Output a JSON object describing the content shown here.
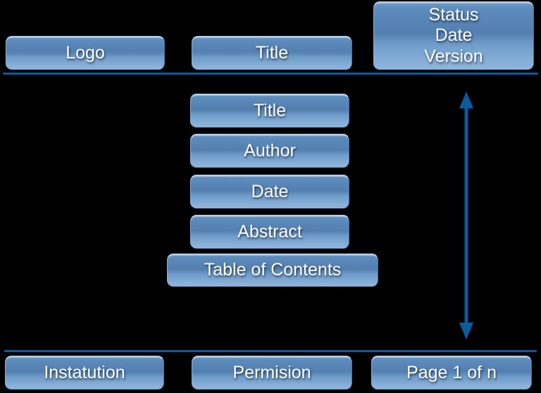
{
  "page": {
    "background_color": "#000000",
    "accent_color": "#0b5ba1",
    "button_color": "#5c8cbd",
    "text_color": "#ffffff"
  },
  "header": {
    "logo_label": "Logo",
    "title_label": "Title",
    "meta_label": "Status\nDate\nVersion",
    "meta_lines": [
      "Status",
      "Date",
      "Version"
    ]
  },
  "body_stack": {
    "items": [
      {
        "label": "Title"
      },
      {
        "label": "Author"
      },
      {
        "label": "Date"
      },
      {
        "label": "Abstract"
      },
      {
        "label": "Table of Contents"
      }
    ]
  },
  "footer": {
    "institution_label": "Instatution",
    "permission_label": "Permision",
    "page_label": "Page 1 of n"
  },
  "annotations": {
    "height_arrow": "double-headed-vertical-arrow"
  }
}
